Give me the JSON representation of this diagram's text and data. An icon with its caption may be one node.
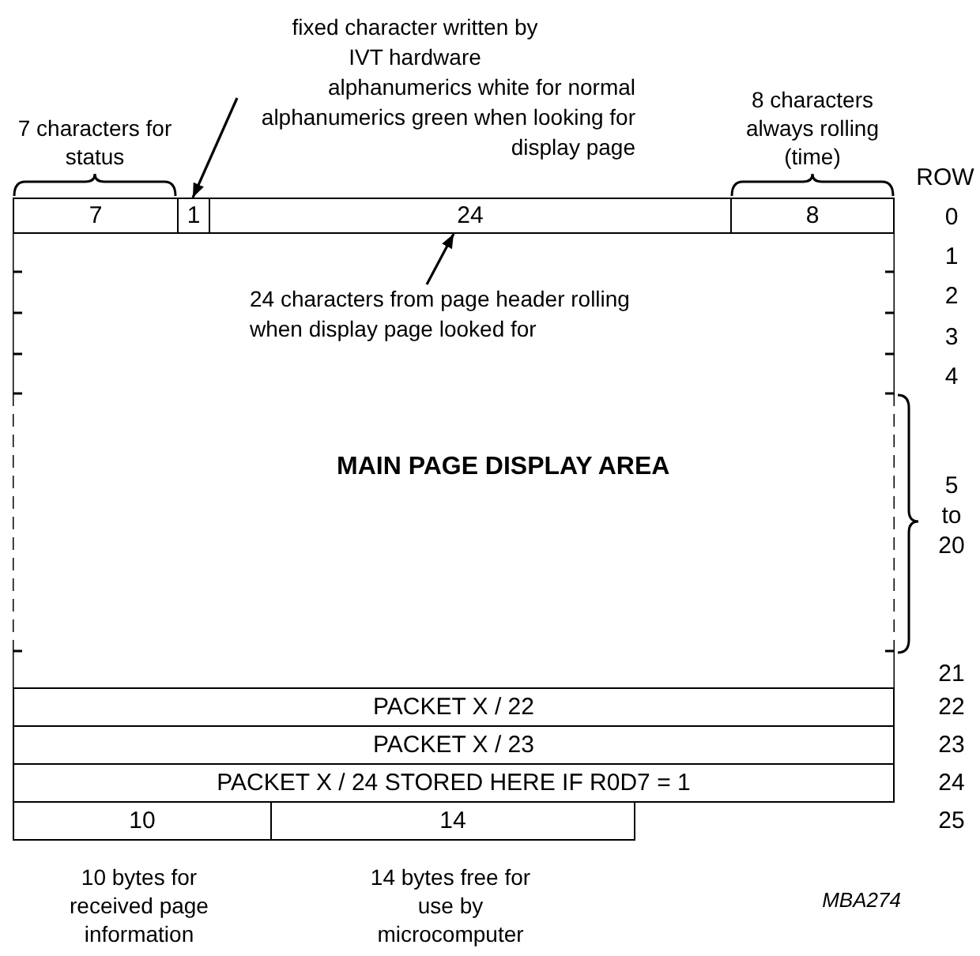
{
  "diagram": {
    "nodes": [
      {
        "text": [
          "7"
        ],
        "beside": [
          "7 characters for status"
        ]
      },
      {
        "text": [
          "1"
        ]
      },
      {
        "text": [
          "24"
        ]
      },
      {
        "text": [
          "8"
        ],
        "beside": [
          "8 characters always rolling (time)"
        ]
      },
      {
        "text": [
          "MAIN PAGE DISPLAY AREA"
        ]
      },
      {
        "text": [
          "24 characters from page header rolling when display page looked for"
        ],
        "in": 4
      },
      {
        "text": [
          "PACKET X / 22"
        ]
      },
      {
        "text": [
          "PACKET X / 23"
        ]
      },
      {
        "text": [
          "PACKET X / 24 STORED HERE IF R0D7 = 1"
        ]
      },
      {
        "text": [
          "10"
        ],
        "beside": [
          "10 bytes for received page information"
        ]
      },
      {
        "text": [
          "14"
        ],
        "beside": [
          "14 bytes free for use by microcomputer"
        ]
      },
      {
        "text": [
          "fixed character written by IVT hardware",
          "alphanumerics white for normal alphanumerics green when looking for display page"
        ]
      }
    ],
    "edges": [
      {
        "from": 11,
        "to": 1,
        "arrow": "to"
      },
      {
        "from": 5,
        "to": 2,
        "arrow": "to"
      }
    ],
    "labels": [
      "ROW",
      "0",
      "1",
      "2",
      "3",
      "4",
      "5 to 20",
      "21",
      "22",
      "23",
      "24",
      "25",
      "MBA274"
    ]
  }
}
